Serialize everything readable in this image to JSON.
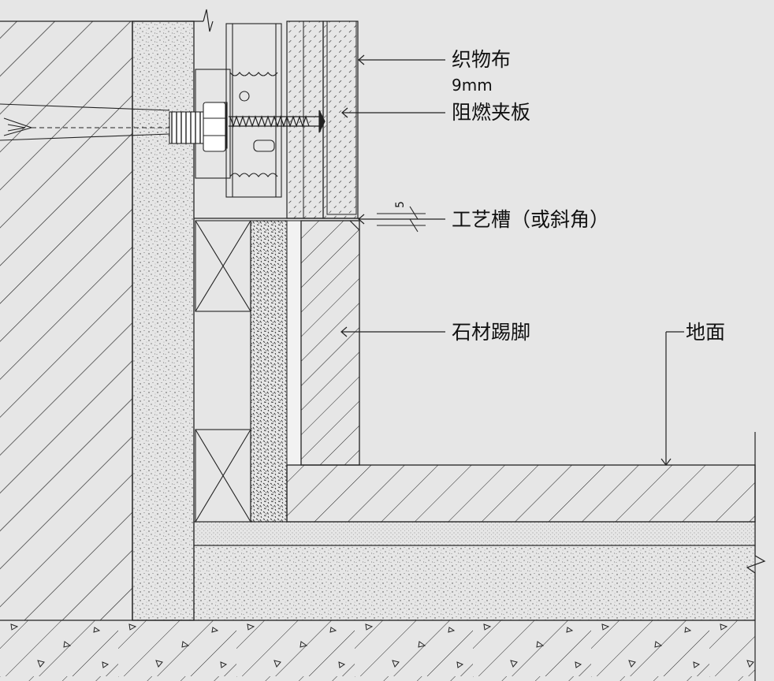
{
  "labels": {
    "fabric": "织物布",
    "fabric_thickness": "9mm",
    "fire_board": "阻燃夹板",
    "groove": "工艺槽（或斜角）",
    "stone_skirting": "石材踢脚",
    "floor": "地面"
  },
  "dimension": "5",
  "colors": {
    "background": "#e6e6e6",
    "line": "#1a1a1a"
  }
}
